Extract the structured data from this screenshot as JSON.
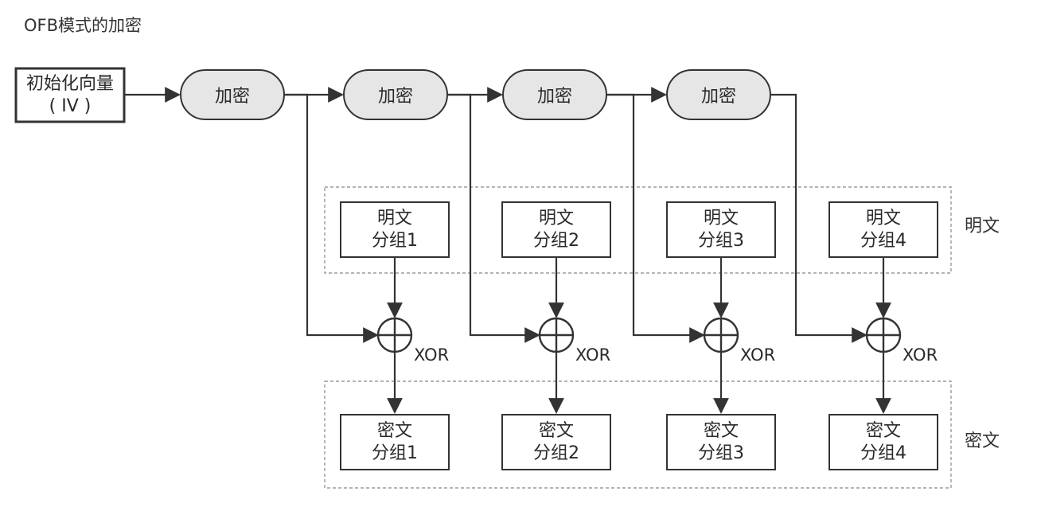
{
  "title": "OFB模式的加密",
  "iv": {
    "line1": "初始化向量",
    "line2": "( IV )"
  },
  "encrypt_label": "加密",
  "xor_label": "XOR",
  "plaintext_side_label": "明文",
  "ciphertext_side_label": "密文",
  "plaintext_blocks": [
    {
      "line1": "明文",
      "line2": "分组1"
    },
    {
      "line1": "明文",
      "line2": "分组2"
    },
    {
      "line1": "明文",
      "line2": "分组3"
    },
    {
      "line1": "明文",
      "line2": "分组4"
    }
  ],
  "ciphertext_blocks": [
    {
      "line1": "密文",
      "line2": "分组1"
    },
    {
      "line1": "密文",
      "line2": "分组2"
    },
    {
      "line1": "密文",
      "line2": "分组3"
    },
    {
      "line1": "密文",
      "line2": "分组4"
    }
  ],
  "colors": {
    "stroke": "#333333",
    "encrypt_fill": "#e6e6e6",
    "dashed": "#888888"
  }
}
